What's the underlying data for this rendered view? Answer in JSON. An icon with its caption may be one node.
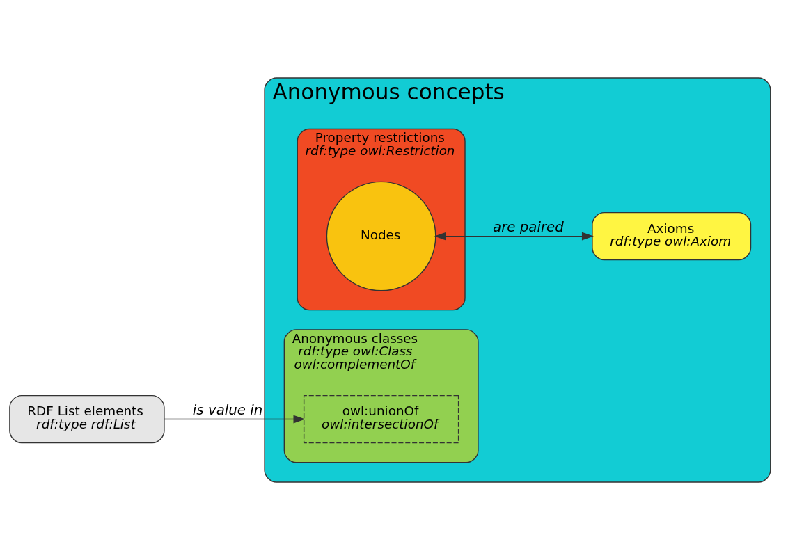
{
  "diagram": {
    "nodes": [
      {
        "text": [
          "Anonymous concepts"
        ]
      },
      {
        "text": [
          "Property restrictions",
          "rdf:type owl:Restriction"
        ],
        "in": 0
      },
      {
        "text": [
          "Nodes"
        ],
        "in": 1
      },
      {
        "text": [
          "Anonymous classes",
          "rdf:type owl:Class",
          "owl:complementOf"
        ],
        "in": 0
      },
      {
        "text": [
          "owl:unionOf",
          "owl:intersectionOf"
        ],
        "in": 3
      },
      {
        "text": [
          "Axioms",
          "rdf:type owl:Axiom"
        ],
        "in": 0
      },
      {
        "text": [
          "RDF List elements",
          "rdf:type rdf:List"
        ]
      }
    ],
    "edges": [
      {
        "from": 2,
        "to": 5,
        "arrow": "both",
        "label": "are paired"
      },
      {
        "from": 6,
        "to": 4,
        "arrow": "to",
        "label": "is value in"
      }
    ]
  }
}
